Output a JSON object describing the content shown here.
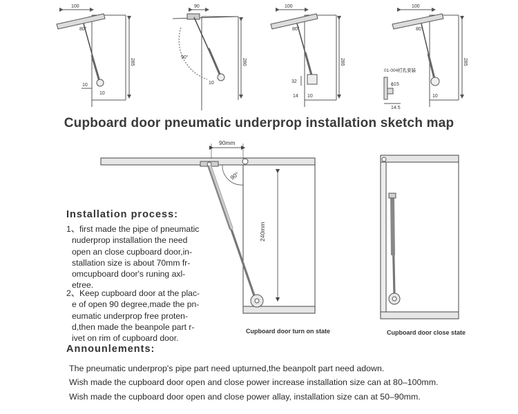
{
  "title": "Cupboard door pneumatic underprop installation sketch map",
  "top_figures": [
    {
      "dims": [
        "100",
        "80°",
        "285",
        "10",
        "10"
      ]
    },
    {
      "dims": [
        "90",
        "90°",
        "280",
        "10"
      ]
    },
    {
      "dims": [
        "100",
        "80°",
        "285",
        "32",
        "14",
        "10"
      ]
    },
    {
      "dims": [
        "100",
        "80°",
        "285",
        "01-004打孔安装",
        "ϕ15",
        "14.5",
        "10"
      ]
    }
  ],
  "main_diagram": {
    "dim_width": "90mm",
    "angle": "90°",
    "dim_length": "240mm",
    "caption_open": "Cupboard door turn on state",
    "caption_closed": "Cupboard door close state"
  },
  "installation": {
    "heading": "Installation process:",
    "step1_lines": [
      "1、first made the pipe of pneumatic",
      "nuderprop installation the need",
      "open an close cupboard door,in-",
      "stallation size is about 70mm fr-",
      "omcupboard door's runing axl-",
      "etree."
    ],
    "step2_lines": [
      "2、Keep cupboard door at the plac-",
      "e of open 90 degree,made the pn-",
      "eumatic underprop free proten-",
      "d,then made the beanpole part r-",
      "ivet on rim of cupboard door."
    ]
  },
  "announcements": {
    "heading": "Announlements:",
    "lines": [
      "The pneumatic underprop's pipe part need upturned,the beanpolt part need adown.",
      "Wish made the cupboard door open and close power increase installation size can at 80–100mm.",
      "Wish made the cupboard door open and close power allay, installation size can at 50–90mm."
    ]
  }
}
